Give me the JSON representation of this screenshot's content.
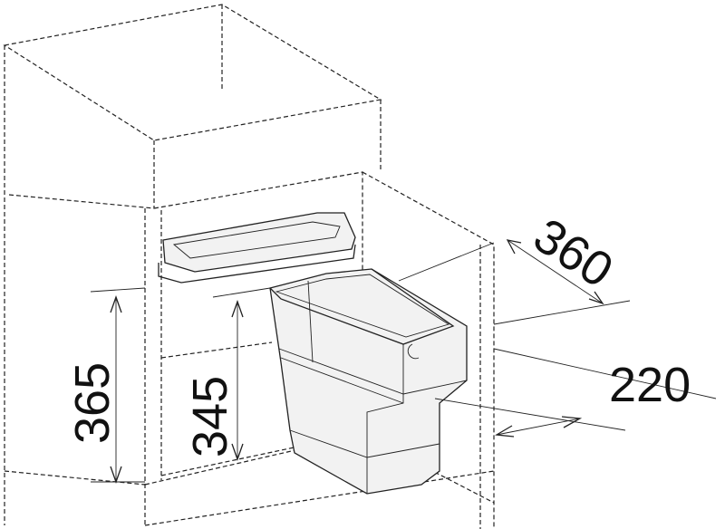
{
  "diagram": {
    "dimensions": {
      "depth": "360",
      "width": "220",
      "cabinet_height": "365",
      "bin_height": "345"
    },
    "colors": {
      "line": "#222222",
      "background": "#ffffff"
    }
  }
}
